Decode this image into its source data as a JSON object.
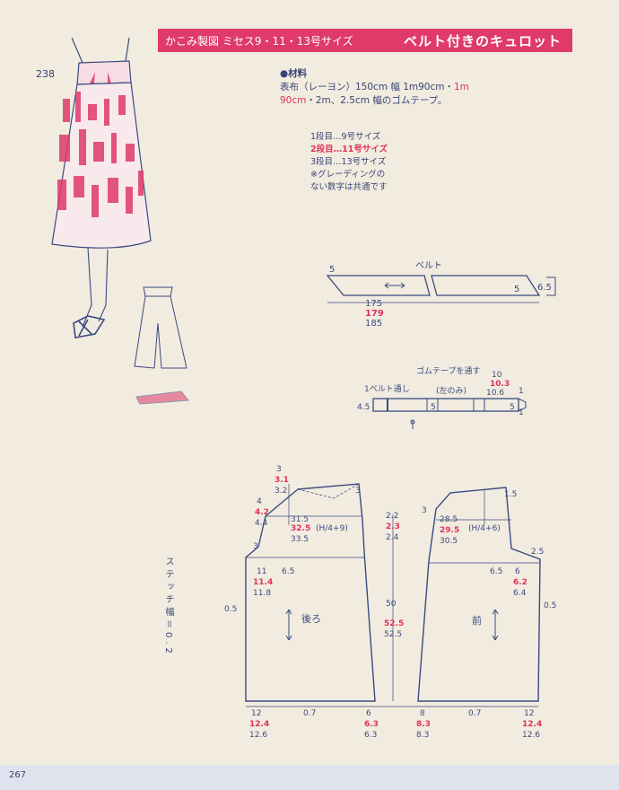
{
  "header": {
    "left_text": "かこみ製図 ミセス9・11・13号サイズ",
    "title": "ベルト付きのキュロット"
  },
  "page_number_top": "238",
  "page_number_bottom": "267",
  "materials": {
    "title": "●材料",
    "line1_a": "表布（レーヨン）150cm 幅 1m90cm・",
    "line1_b": "1m",
    "line2_a": "90cm",
    "line2_b": "・2m、2.5cm 幅のゴムテープ。"
  },
  "size_notes": {
    "line1": "1段目…9号サイズ",
    "line2": "2段目…11号サイズ",
    "line3": "3段目…13号サイズ",
    "line4": "※グレーディングの",
    "line5": "ない数字は共通です"
  },
  "belt": {
    "label": "ベルト",
    "end_left": "5",
    "end_right": "5",
    "width": "6.5",
    "len_1": "175",
    "len_2": "179",
    "len_3": "185"
  },
  "waistband": {
    "elastic_label": "ゴムテープを通す",
    "belt_loop_label": "1ベルト通し",
    "left_only": "(左のみ)",
    "h": "4.5",
    "loop_w": "5",
    "end_w": "5",
    "n1": "1",
    "n2": "1",
    "n3": "10",
    "n4": "10.3",
    "n5": "10.6"
  },
  "stitch_note": "ステッチ幅＝0.2",
  "back": {
    "label": "後ろ",
    "t1": "3",
    "t2": "3.1",
    "t3": "3.2",
    "h1": "4",
    "h2": "4.2",
    "h3": "4.4",
    "w1": "31.5",
    "w2": "32.5",
    "w3": "33.5",
    "formula": "(H/4+9)",
    "top_right": "3",
    "d1": "2.2",
    "d2": "2.3",
    "d3": "2.4",
    "hip_left": "3",
    "c1": "11",
    "c2": "11.4",
    "c3": "11.8",
    "crotch": "6.5",
    "len1": "50",
    "len2": "52.5",
    "len3": "52.5",
    "side": "0.5",
    "hem_left": "12",
    "hem_mid": "0.7",
    "hem_right": "6",
    "b1": "12.4",
    "b2": "12.6",
    "b3": "6.3",
    "b4": "6.3"
  },
  "front": {
    "label": "前",
    "t1": "1.5",
    "w1": "28.5",
    "w2": "29.5",
    "w3": "30.5",
    "formula": "(H/4+6)",
    "top_left": "3",
    "hip_right": "2.5",
    "crotch": "6.5",
    "c1": "6",
    "c2": "6.2",
    "c3": "6.4",
    "side": "0.5",
    "hem_left": "8",
    "hem_mid": "0.7",
    "hem_right": "12",
    "b1": "8.3",
    "b2": "8.3",
    "b3": "12.4",
    "b4": "12.6"
  },
  "colors": {
    "accent": "#df3a6a",
    "ink": "#3b4a82",
    "paper": "#f1ecdf"
  }
}
